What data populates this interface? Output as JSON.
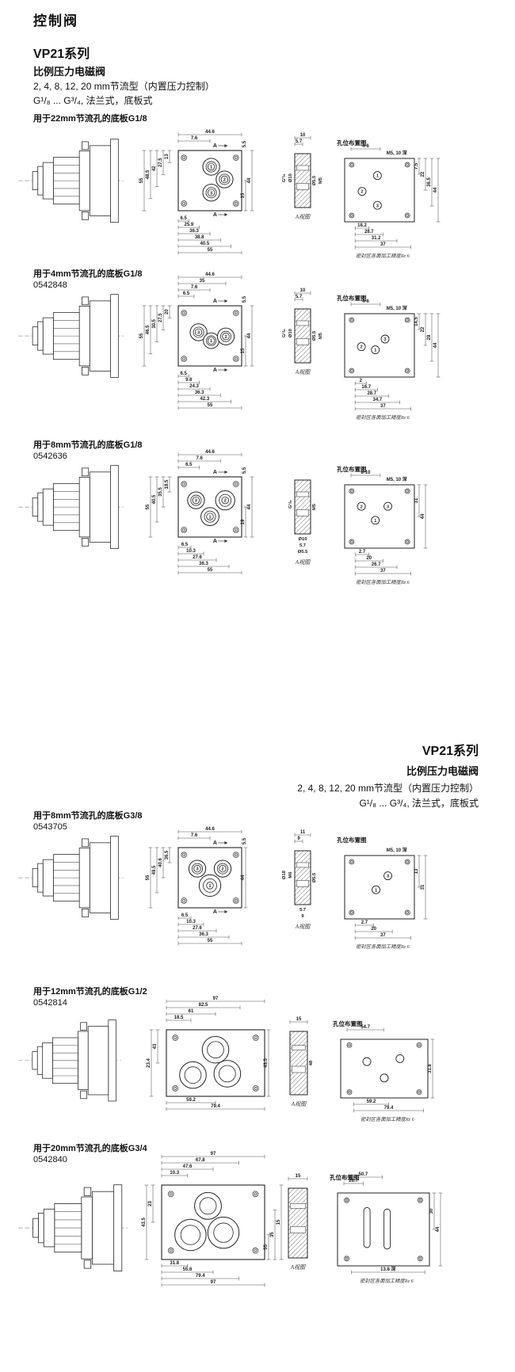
{
  "header1": {
    "title": "控制阀",
    "series": "VP21系列",
    "subtitle": "比例压力电磁阀",
    "line3": "2, 4, 8, 12, 20 mm节流型（内置压力控制）",
    "line4": "G¹/₈ ... G³/₄, 法兰式，底板式"
  },
  "header2": {
    "series": "VP21系列",
    "subtitle": "比例压力电磁阀",
    "line3": "2, 4, 8, 12, 20 mm节流型（内置压力控制）",
    "line4": "G¹/₈ ... G³/₄, 法兰式，底板式"
  },
  "common": {
    "view_label": "A视图",
    "layout_title": "孔位布置图",
    "note": "密封区各面加工精度Rz 6"
  },
  "sections": [
    {
      "heading": "用于22mm节流孔的底板G1/8",
      "part_number": "",
      "front": {
        "top": [
          "44.6",
          "7.6"
        ],
        "corner": "5.5",
        "marker": "A",
        "left": [
          "55",
          "48.5",
          "42",
          "27.5",
          "13"
        ],
        "right": [
          "15",
          "44"
        ],
        "bottom": [
          "6.5",
          "25.9",
          "36.3",
          "38.8",
          "40.5",
          "55"
        ],
        "ports": [
          {
            "n": "1",
            "fx": 0.52,
            "fy": 0.27,
            "fr": 0.14
          },
          {
            "n": "2",
            "fx": 0.73,
            "fy": 0.48,
            "fr": 0.14
          },
          {
            "n": "3",
            "fx": 0.52,
            "fy": 0.7,
            "fr": 0.14
          }
        ]
      },
      "side": {
        "top": [
          "10",
          "5.7"
        ],
        "left": [
          "Ø10",
          "G¹/₈"
        ],
        "right": [
          "Ø5.5",
          "M5"
        ],
        "bottom": []
      },
      "layout": {
        "top": [
          "4-6"
        ],
        "thread": "M5, 10 深",
        "right": [
          "7.5",
          "22",
          "36.5",
          "44"
        ],
        "bottom": [
          "18.2",
          "28.7",
          "31.2",
          "37"
        ],
        "ports": [
          {
            "n": "1",
            "fx": 0.47,
            "fy": 0.27
          },
          {
            "n": "2",
            "fx": 0.25,
            "fy": 0.52
          },
          {
            "n": "3",
            "fx": 0.47,
            "fy": 0.74
          }
        ],
        "slots": false
      }
    },
    {
      "heading": "用于4mm节流孔的底板G1/8",
      "part_number": "0542848",
      "front": {
        "top": [
          "44.6",
          "35",
          "7.6",
          "6.5"
        ],
        "corner": "5.5",
        "marker": "A",
        "left": [
          "55",
          "46.5",
          "30.5",
          "27.5",
          "20"
        ],
        "right": [
          "15",
          "44"
        ],
        "bottom": [
          "6.5",
          "9.6",
          "24.3",
          "36.3",
          "42.3",
          "55"
        ],
        "ports": [
          {
            "n": "3",
            "fx": 0.32,
            "fy": 0.44,
            "fr": 0.14
          },
          {
            "n": "1",
            "fx": 0.52,
            "fy": 0.58,
            "fr": 0.13
          },
          {
            "n": "2",
            "fx": 0.75,
            "fy": 0.51,
            "fr": 0.14
          }
        ]
      },
      "side": {
        "top": [
          "10",
          "5.7"
        ],
        "left": [
          "Ø10",
          "G¹/₈"
        ],
        "right": [
          "Ø5.5",
          "M5"
        ],
        "bottom": []
      },
      "layout": {
        "top": [
          "4-6"
        ],
        "thread": "M5, 10 深",
        "right": [
          "14.5",
          "22",
          "29",
          "44"
        ],
        "bottom": [
          "2",
          "16.7",
          "28.7",
          "34.7",
          "37"
        ],
        "ports": [
          {
            "n": "2",
            "fx": 0.24,
            "fy": 0.52
          },
          {
            "n": "3",
            "fx": 0.58,
            "fy": 0.4
          },
          {
            "n": "1",
            "fx": 0.44,
            "fy": 0.57
          }
        ],
        "slots": false
      }
    },
    {
      "heading": "用于8mm节流孔的底板G1/8",
      "part_number": "0542636",
      "front": {
        "top": [
          "44.6",
          "7.6",
          "6.5"
        ],
        "corner": "5.5",
        "marker": "A",
        "left": [
          "55",
          "40.5",
          "35.5",
          "18.5"
        ],
        "right": [
          "19",
          "44"
        ],
        "bottom": [
          "6.5",
          "10.3",
          "27.6",
          "36.3",
          "55"
        ],
        "ports": [
          {
            "n": "3",
            "fx": 0.28,
            "fy": 0.39,
            "fr": 0.14
          },
          {
            "n": "2",
            "fx": 0.74,
            "fy": 0.39,
            "fr": 0.16
          },
          {
            "n": "1",
            "fx": 0.5,
            "fy": 0.66,
            "fr": 0.15
          }
        ]
      },
      "side": {
        "top": [],
        "left": [
          "G¹/₈"
        ],
        "right": [
          "M5"
        ],
        "bottom": [
          "Ø10",
          "5.7",
          "Ø5.5"
        ]
      },
      "layout": {
        "top": [
          "8-10"
        ],
        "thread": "M5, 10 深",
        "right": [
          "31",
          "44"
        ],
        "bottom": [
          "2.7",
          "20",
          "26.7",
          "37"
        ],
        "ports": [
          {
            "n": "2",
            "fx": 0.24,
            "fy": 0.34
          },
          {
            "n": "3",
            "fx": 0.62,
            "fy": 0.34
          },
          {
            "n": "1",
            "fx": 0.44,
            "fy": 0.56
          }
        ],
        "slots": false
      }
    },
    {
      "heading": "用于8mm节流孔的底板G3/8",
      "part_number": "0543705",
      "front": {
        "top": [
          "44.6",
          "7.6"
        ],
        "corner": "5.5",
        "marker": "A",
        "left": [
          "55",
          "49.5",
          "40.6",
          "36.5"
        ],
        "right": [
          "44"
        ],
        "bottom": [
          "6.5",
          "10.3",
          "27.6",
          "36.3",
          "55"
        ],
        "ports": [
          {
            "n": "3",
            "fx": 0.3,
            "fy": 0.35,
            "fr": 0.14
          },
          {
            "n": "2",
            "fx": 0.7,
            "fy": 0.35,
            "fr": 0.14
          },
          {
            "n": "1",
            "fx": 0.5,
            "fy": 0.63,
            "fr": 0.18
          }
        ]
      },
      "side": {
        "top": [
          "11",
          "9"
        ],
        "left": [
          "M6",
          "Ø18"
        ],
        "right": [
          "Ø5.5"
        ],
        "bottom": [
          "5.7",
          "9"
        ]
      },
      "layout": {
        "top": [],
        "thread": "M5, 10 深",
        "right": [
          "13",
          "31"
        ],
        "bottom": [
          "2.7",
          "20",
          "37"
        ],
        "ports": [
          {
            "n": "3",
            "fx": 0.62,
            "fy": 0.32
          },
          {
            "n": "1",
            "fx": 0.45,
            "fy": 0.54
          }
        ],
        "slots": false
      }
    },
    {
      "heading": "用于12mm节流孔的底板G1/2",
      "part_number": "0542814",
      "front": {
        "top": [
          "97",
          "82.5",
          "61",
          "18.5"
        ],
        "corner": "",
        "marker": "",
        "left": [
          "23.4",
          "43"
        ],
        "right": [
          "43.5"
        ],
        "bottom": [
          "59.2",
          "79.4"
        ],
        "ports": [
          {
            "n": "",
            "fx": 0.5,
            "fy": 0.3,
            "fr": 0.2
          },
          {
            "n": "",
            "fx": 0.27,
            "fy": 0.68,
            "fr": 0.2
          },
          {
            "n": "",
            "fx": 0.62,
            "fy": 0.66,
            "fr": 0.2
          }
        ]
      },
      "side": {
        "top": [
          "15"
        ],
        "left": [],
        "right": [
          "48"
        ],
        "bottom": []
      },
      "layout": {
        "top": [
          "54.7"
        ],
        "thread": "",
        "right": [
          "31.8"
        ],
        "bottom": [
          "59.2",
          "79.4"
        ],
        "ports": [
          {
            "n": "",
            "fx": 0.3,
            "fy": 0.38
          },
          {
            "n": "",
            "fx": 0.68,
            "fy": 0.33
          },
          {
            "n": "",
            "fx": 0.5,
            "fy": 0.66
          }
        ],
        "slots": false
      }
    },
    {
      "heading": "用于20mm节流孔的底板G3/4",
      "part_number": "0542840",
      "front": {
        "top": [
          "97",
          "67.8",
          "47.6",
          "10.3"
        ],
        "corner": "",
        "marker": "",
        "left": [
          "43.5",
          "23"
        ],
        "right": [
          "55",
          "35",
          "15"
        ],
        "bottom": [
          "31.8",
          "55.6",
          "79.4",
          "97"
        ],
        "ports": [
          {
            "n": "",
            "fx": 0.45,
            "fy": 0.28,
            "fr": 0.18
          },
          {
            "n": "",
            "fx": 0.28,
            "fy": 0.67,
            "fr": 0.21
          },
          {
            "n": "",
            "fx": 0.6,
            "fy": 0.64,
            "fr": 0.21
          }
        ]
      },
      "side": {
        "top": [
          "15"
        ],
        "left": [],
        "right": [],
        "bottom": []
      },
      "layout": {
        "top": [
          "50.7",
          "26.7"
        ],
        "thread": "",
        "right": [
          "30",
          "44"
        ],
        "bottom": [
          "13.8 深"
        ],
        "ports": [],
        "slots": true
      }
    }
  ]
}
